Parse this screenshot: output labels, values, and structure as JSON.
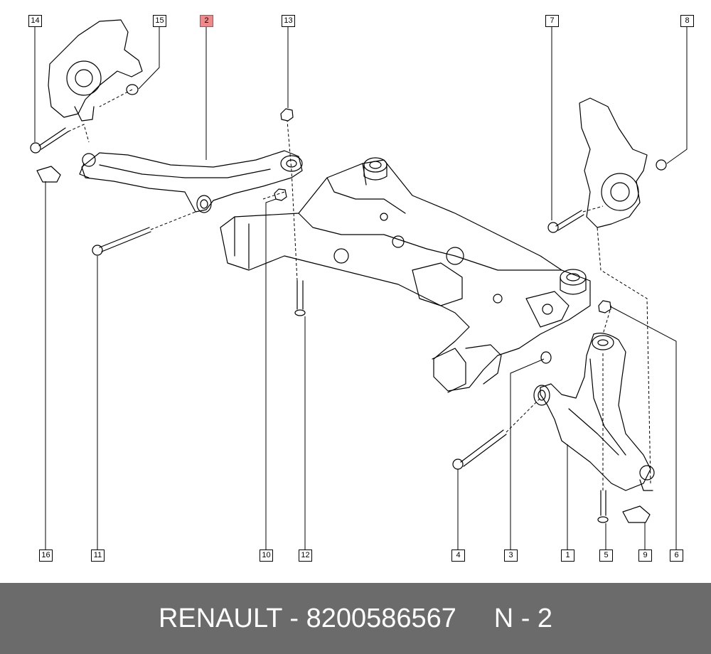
{
  "diagram": {
    "brand": "RENAULT",
    "part_number": "8200586567",
    "page_ref": "N - 2",
    "highlighted_callout": "2",
    "colors": {
      "highlight": "#f08a8a",
      "footer_bg": "#6b6b6b",
      "footer_text": "#ffffff"
    },
    "callouts": [
      "14",
      "15",
      "2",
      "13",
      "7",
      "8",
      "16",
      "11",
      "10",
      "12",
      "4",
      "3",
      "1",
      "5",
      "9",
      "6"
    ]
  },
  "footer": {
    "text": "RENAULT - 8200586567     N - 2"
  }
}
